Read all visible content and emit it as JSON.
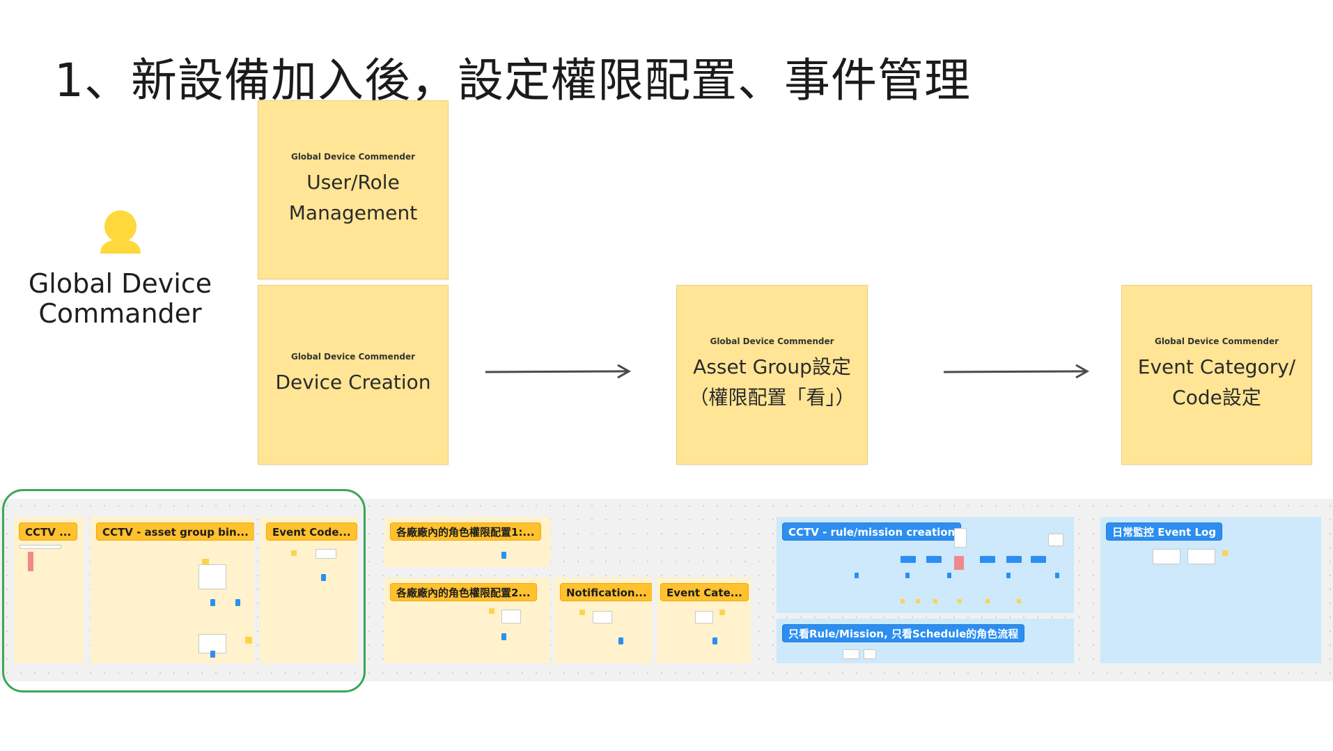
{
  "title": "1、新設備加入後，設定權限配置、事件管理",
  "actor": {
    "label_line1": "Global Device",
    "label_line2": "Commander",
    "icon": "person-icon",
    "color": "#ffd83b"
  },
  "stickies": {
    "user_role": {
      "small": "Global Device Commender",
      "line1": "User/Role",
      "line2": "Management"
    },
    "device_creation": {
      "small": "Global Device Commender",
      "line1": "Device Creation"
    },
    "asset_group": {
      "small": "Global Device Commender",
      "line1": "Asset Group設定",
      "line2": "（權限配置「看」）"
    },
    "event_category": {
      "small": "Global Device Commender",
      "line1": "Event Category/",
      "line2": "Code設定"
    }
  },
  "board": {
    "tags": {
      "cctv": "CCTV ...",
      "asset_bin": "CCTV - asset group bin...",
      "event_code": "Event Code...",
      "role_perm1": "各廠廠內的角色權限配置1:...",
      "role_perm2": "各廠廠內的角色權限配置2...",
      "notification": "Notification...",
      "event_cate": "Event Cate...",
      "rule_mission": "CCTV - rule/mission creation",
      "rule_schedule": "只看Rule/Mission, 只看Schedule的角色流程",
      "event_log": "日常監控 Event Log"
    }
  },
  "colors": {
    "sticky": "#ffe595",
    "frame_yellow": "#fff2cc",
    "frame_blue": "#cde9fb",
    "tag_yellow": "#ffc12d",
    "tag_blue": "#2c8ef0",
    "highlight": "#3aa655"
  }
}
